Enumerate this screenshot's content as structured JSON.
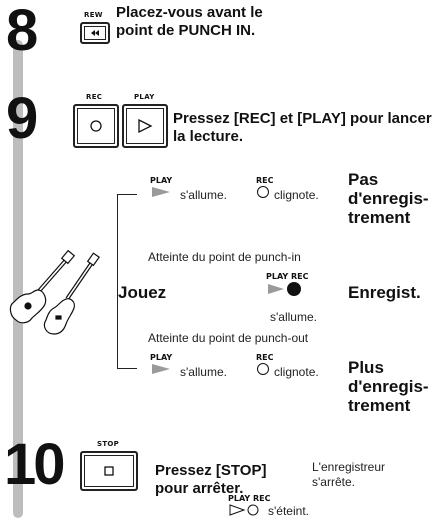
{
  "steps": [
    {
      "number": "8",
      "button_label": "REW",
      "button_icon": "rewind-icon",
      "text": "Placez-vous avant le point de PUNCH IN."
    },
    {
      "number": "9",
      "button1_label": "REC",
      "button1_icon": "circle-icon",
      "button2_label": "PLAY",
      "button2_icon": "play-triangle-icon",
      "text": "Pressez [REC] et [PLAY] pour lancer la lecture."
    },
    {
      "number": "10",
      "button_label": "STOP",
      "button_icon": "square-icon",
      "text": "Pressez [STOP] pour arrêter.",
      "note": "L'enregistreur s'arrête.",
      "icon_labels": "PLAY REC",
      "icon_status": "s'éteint."
    }
  ],
  "flow": {
    "jouez": "Jouez",
    "row1": {
      "play_label": "PLAY",
      "play_status": "s'allume.",
      "rec_label": "REC",
      "rec_status": "clignote.",
      "result": "Pas d'enregis-trement"
    },
    "punch_in": "Atteinte du point de punch-in",
    "row2": {
      "labels": "PLAY REC",
      "status": "s'allume.",
      "result": "Enregist."
    },
    "punch_out": "Atteinte du point de punch-out",
    "row3": {
      "play_label": "PLAY",
      "play_status": "s'allume.",
      "rec_label": "REC",
      "rec_status": "clignote.",
      "result": "Plus d'enregis-trement"
    }
  },
  "colors": {
    "play_gray": "#9a9a9a",
    "bar_gray": "#bdbdbd",
    "text": "#111111"
  },
  "illustration": "guitars-icon"
}
